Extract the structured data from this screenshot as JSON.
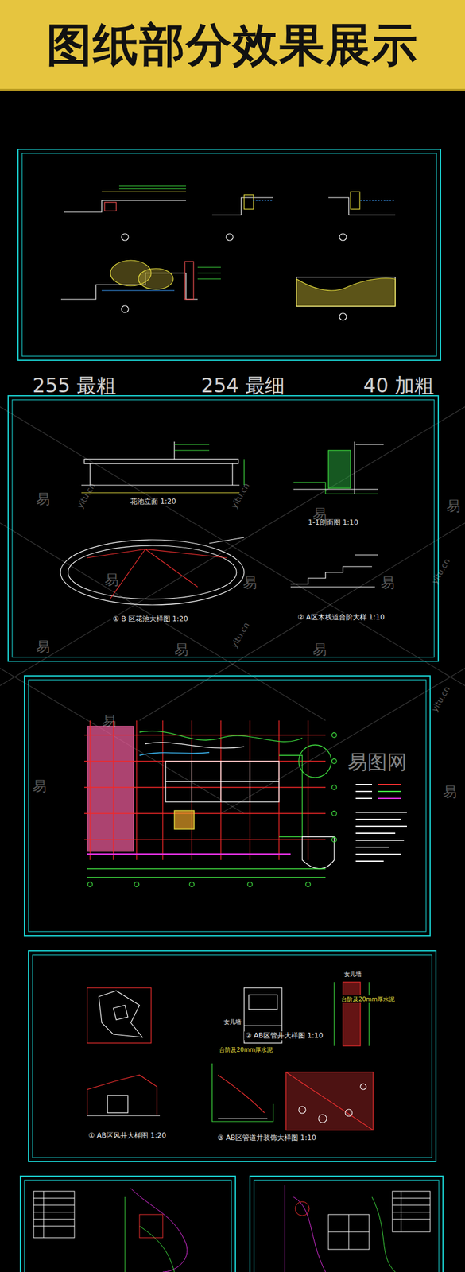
{
  "diagram": {
    "title": "图纸部分效果展示",
    "labels": [
      "255 最粗",
      "254 最细",
      "40 加粗",
      "花池立面 1:20",
      "1-1剖面图 1:10",
      "① B 区花池大样图 1:20",
      "② A区木栈道台阶大样 1:10",
      "② AB区管井大样图 1:10",
      "① AB区风井大样图 1:20",
      "③ AB区管道井装饰大样图 1:10",
      "女儿墙",
      "女儿墙",
      "台阶及20mm厚水泥",
      "台阶及20mm厚水泥",
      "易图网",
      "易",
      "易",
      "易",
      "易",
      "易",
      "易",
      "易",
      "易",
      "易",
      "易",
      "易",
      "易",
      "yitu.cn",
      "yitu.cn",
      "yitu.cn",
      "yitu.cn",
      "yitu.cn"
    ]
  }
}
